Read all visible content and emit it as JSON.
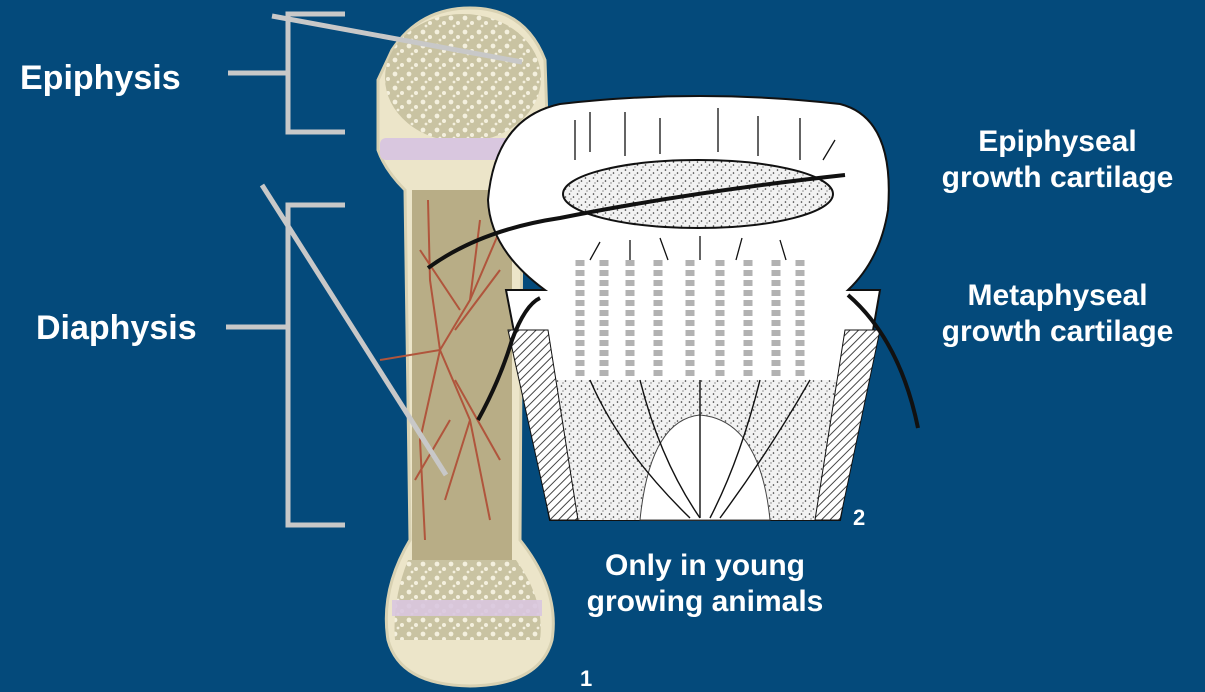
{
  "labels": {
    "epiphysis": "Epiphysis",
    "diaphysis": "Diaphysis",
    "epiphyseal_line1": "Epiphyseal",
    "epiphyseal_line2": "growth cartilage",
    "metaphyseal_line1": "Metaphyseal",
    "metaphyseal_line2": "growth cartilage",
    "young_line1": "Only in young",
    "young_line2": "growing animals"
  },
  "figure_numbers": {
    "bone": "1",
    "cartilage": "2"
  },
  "colors": {
    "background": "#044a7b",
    "label_text": "#ffffff",
    "bracket": "#c8c8c8",
    "bone_shaft": "#ede6cc",
    "marrow": "#b8ad86",
    "vessels": "#b0553c",
    "cartilage_band": "#d9c7df"
  }
}
